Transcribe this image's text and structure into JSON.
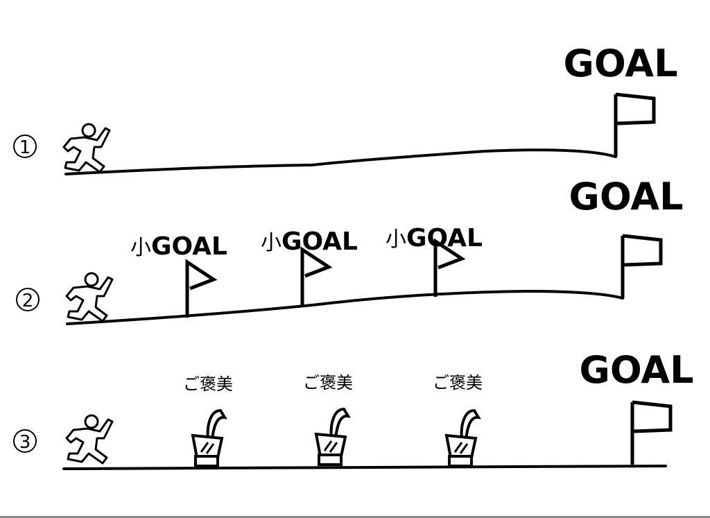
{
  "rows": [
    {
      "number": "1",
      "goal_label": "GOAL"
    },
    {
      "number": "2",
      "goal_label": "GOAL",
      "checkpoints": [
        {
          "prefix": "小",
          "label": "GOAL"
        },
        {
          "prefix": "小",
          "label": "GOAL"
        },
        {
          "prefix": "小",
          "label": "GOAL"
        }
      ]
    },
    {
      "number": "3",
      "goal_label": "GOAL",
      "rewards": [
        {
          "label": "ご褒美"
        },
        {
          "label": "ご褒美"
        },
        {
          "label": "ご褒美"
        }
      ]
    }
  ]
}
